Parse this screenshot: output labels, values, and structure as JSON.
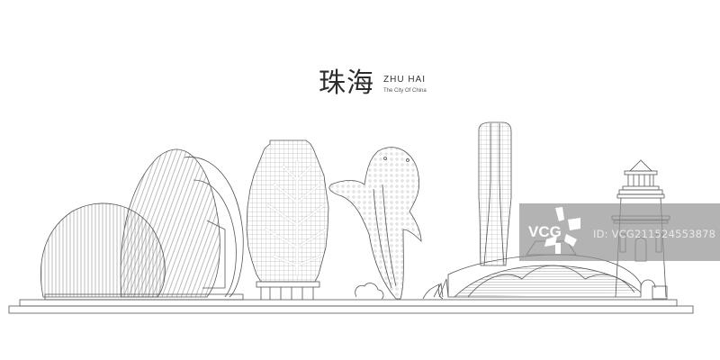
{
  "title": {
    "chinese": "珠海",
    "english": "ZHU  HAI",
    "subtitle": "The City Of China"
  },
  "watermark": {
    "logo": "VCG",
    "id_text": "ID: VCG211524553878",
    "color": "#969696"
  },
  "illustration": {
    "style": "line-art",
    "stroke_color": "#555555",
    "landmarks": [
      "Zhuhai Grand Theatre (shell domes)",
      "Tree-pattern tower",
      "Leaping whale sculpture",
      "Supertall tower",
      "Domed stadium",
      "Lighthouse"
    ]
  }
}
